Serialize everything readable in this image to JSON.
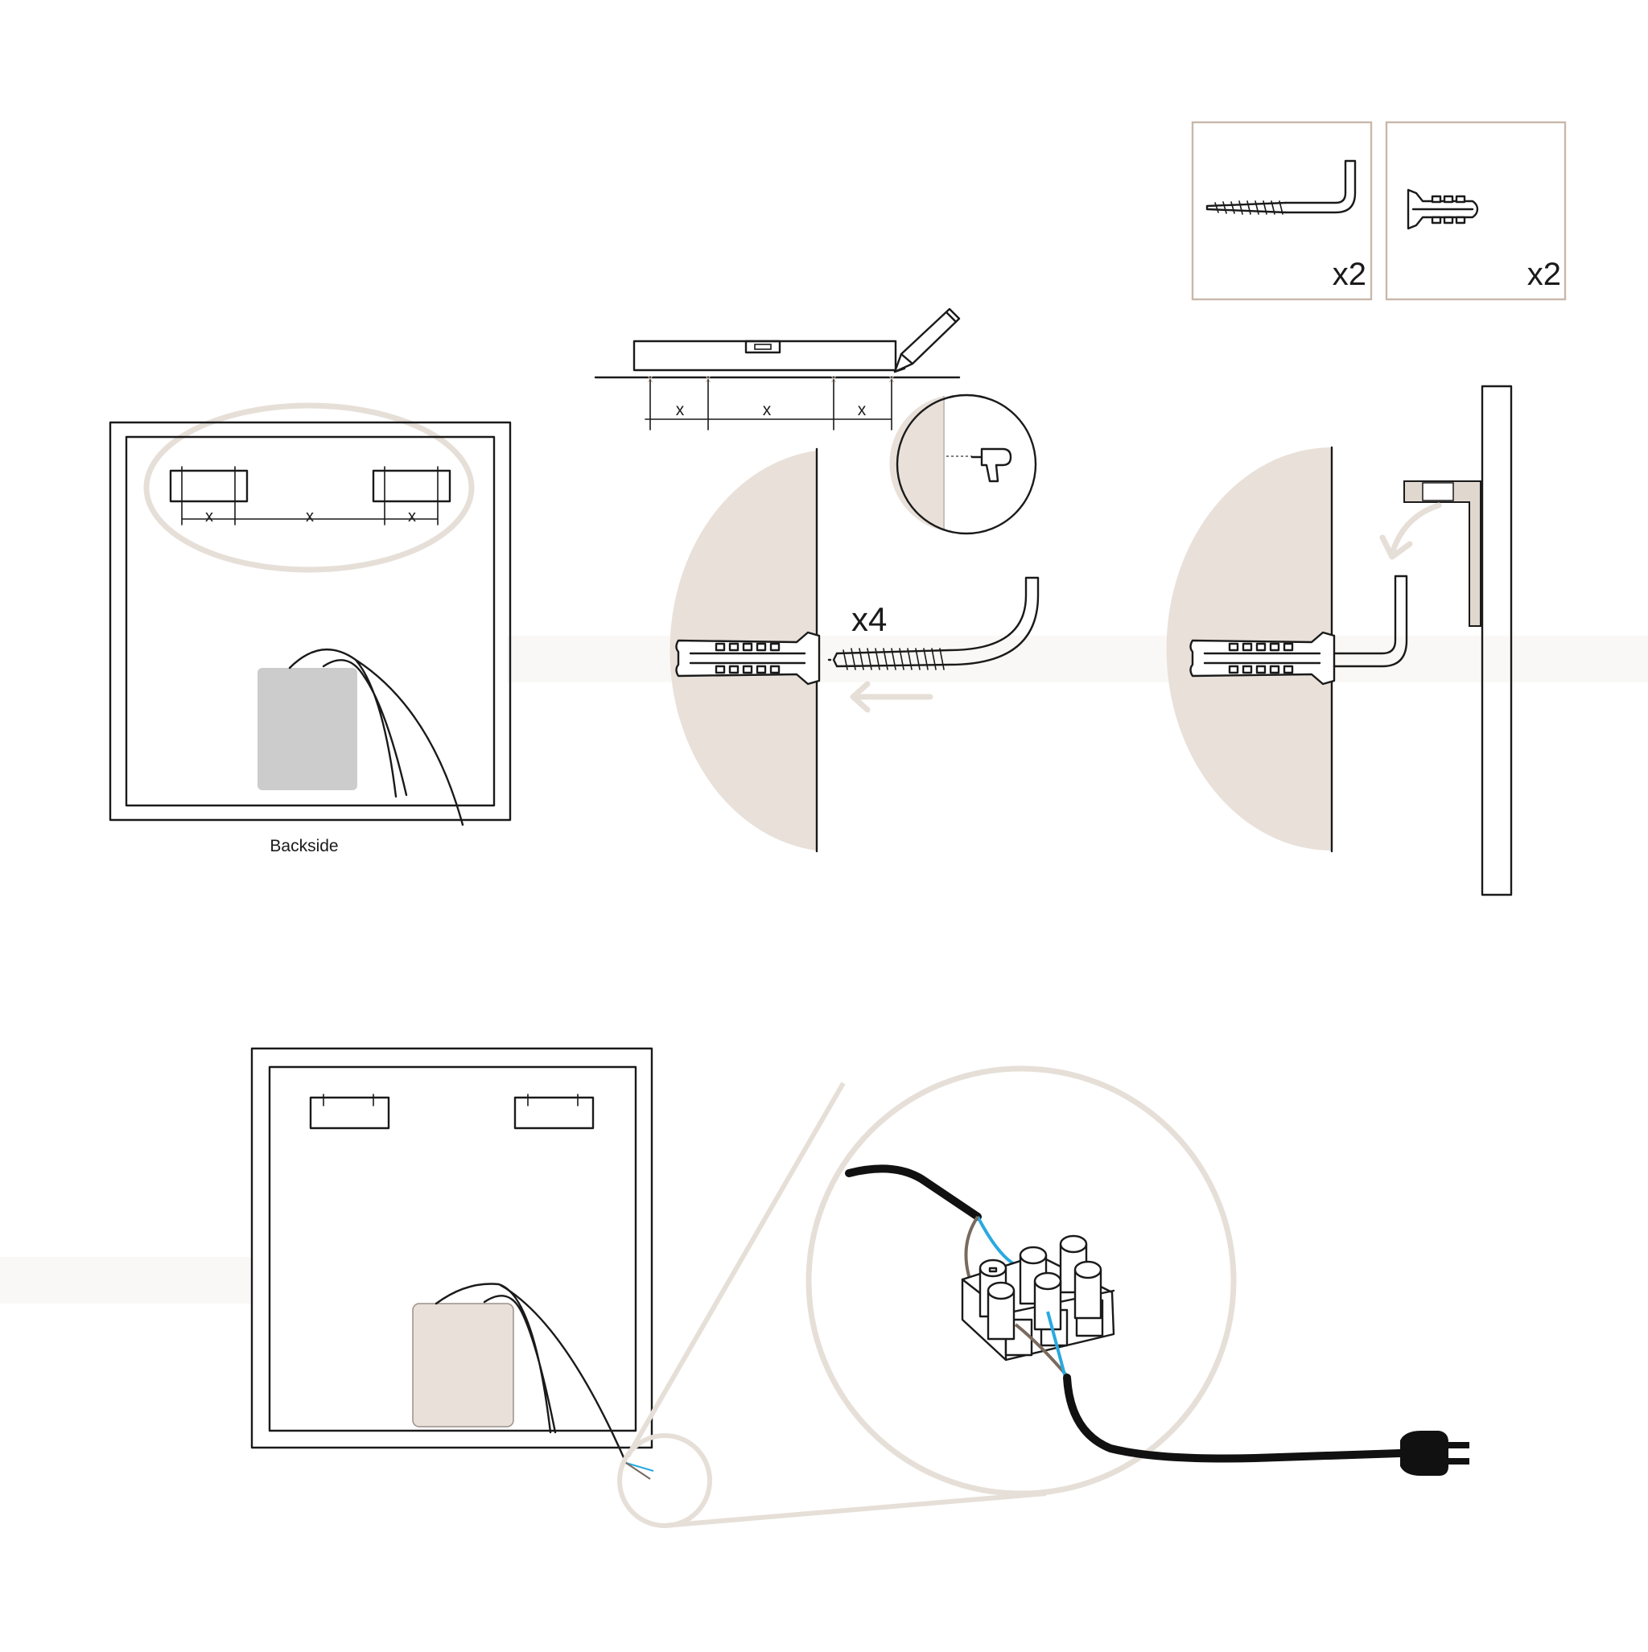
{
  "kit": {
    "hook_qty": "x2",
    "plug_qty": "x2"
  },
  "step1": {
    "caption": "Backside",
    "spacing_labels": [
      "x",
      "x",
      "x"
    ]
  },
  "step2": {
    "spacing_labels": [
      "x",
      "x",
      "x"
    ],
    "quantity": "x4"
  },
  "colors": {
    "wall_beige": "#e8e0d9",
    "kit_border": "#c9b8ac",
    "neutral_wire": "#29a9e0",
    "live_wire": "#7a6a5e",
    "cable": "#111111",
    "driver_grey": "#cccccc"
  },
  "icons": [
    "spirit-level-icon",
    "pencil-icon",
    "drill-icon",
    "screw-hook-icon",
    "wall-plug-icon",
    "terminal-block-icon",
    "power-plug-icon",
    "arrow-left-icon",
    "curved-arrow-icon"
  ]
}
